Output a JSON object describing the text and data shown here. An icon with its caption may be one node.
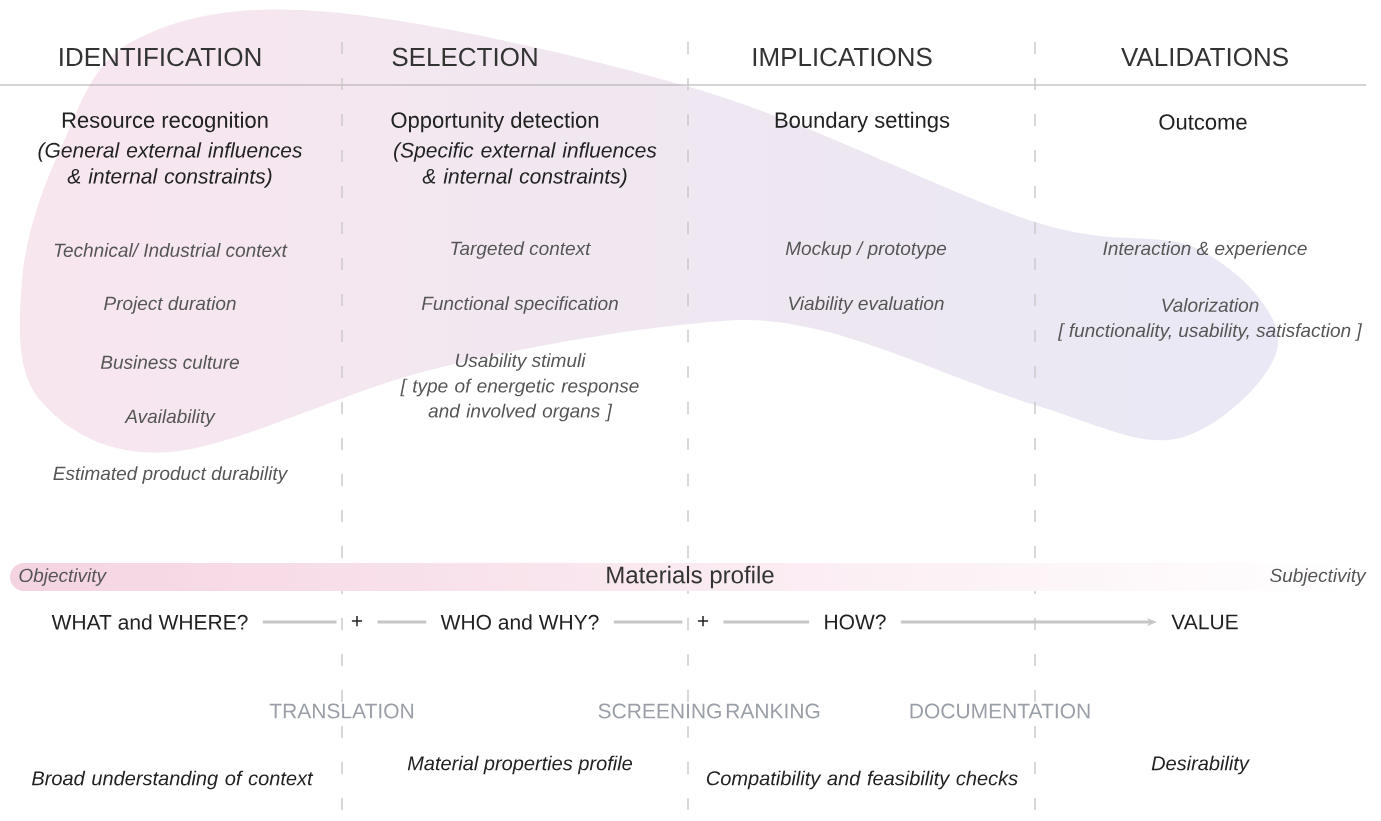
{
  "diagram": {
    "nodes": [
      {
        "text": [
          "Objectivity",
          "Materials profile",
          "Subjectivity"
        ]
      },
      {
        "text": [
          "WHAT and WHERE?"
        ]
      },
      {
        "text": [
          "+"
        ]
      },
      {
        "text": [
          "WHO and WHY?"
        ]
      },
      {
        "text": [
          "+"
        ]
      },
      {
        "text": [
          "HOW?"
        ]
      },
      {
        "text": [
          "VALUE"
        ]
      }
    ],
    "edges": [
      {
        "from": 1,
        "to": 2,
        "arrow": "none"
      },
      {
        "from": 2,
        "to": 3,
        "arrow": "none"
      },
      {
        "from": 3,
        "to": 4,
        "arrow": "none"
      },
      {
        "from": 4,
        "to": 5,
        "arrow": "none"
      },
      {
        "from": 5,
        "to": 6,
        "arrow": "to"
      }
    ],
    "labels": [
      "IDENTIFICATION",
      "SELECTION",
      "IMPLICATIONS",
      "VALIDATIONS",
      "Resource recognition",
      "(General external influences & internal constraints)",
      "Opportunity detection",
      "(Specific external influences & internal constraints)",
      "Boundary settings",
      "Outcome",
      "Technical/ Industrial context",
      "Targeted context",
      "Mockup / prototype",
      "Interaction & experience",
      "Project duration",
      "Functional specification",
      "Viability evaluation",
      "Valorization",
      "[ functionality, usability, satisfaction ]",
      "Business culture",
      "Usability stimuli",
      "[ type of energetic response and involved organs ]",
      "Availability",
      "Estimated product durability",
      "TRANSLATION",
      "SCREENING",
      "RANKING",
      "DOCUMENTATION",
      "Broad understanding of context",
      "Material properties profile",
      "Compatibility and feasibility checks",
      "Desirability"
    ]
  }
}
